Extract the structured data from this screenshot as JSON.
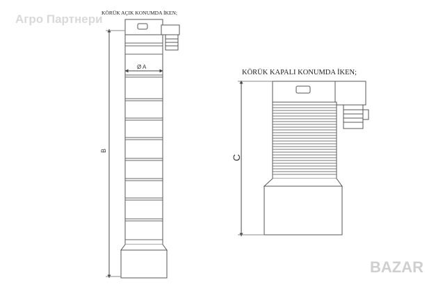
{
  "watermark": {
    "text": "Агро Партнери"
  },
  "logo": {
    "text": "BAZAR"
  },
  "left_drawing": {
    "title": "KÖRÜK AÇIK KONUMDA İKEN;",
    "diameter_label": "Ø A",
    "height_label": "B"
  },
  "right_drawing": {
    "title": "KÖRÜK KAPALI KONUMDA İKEN;",
    "height_label": "C"
  }
}
